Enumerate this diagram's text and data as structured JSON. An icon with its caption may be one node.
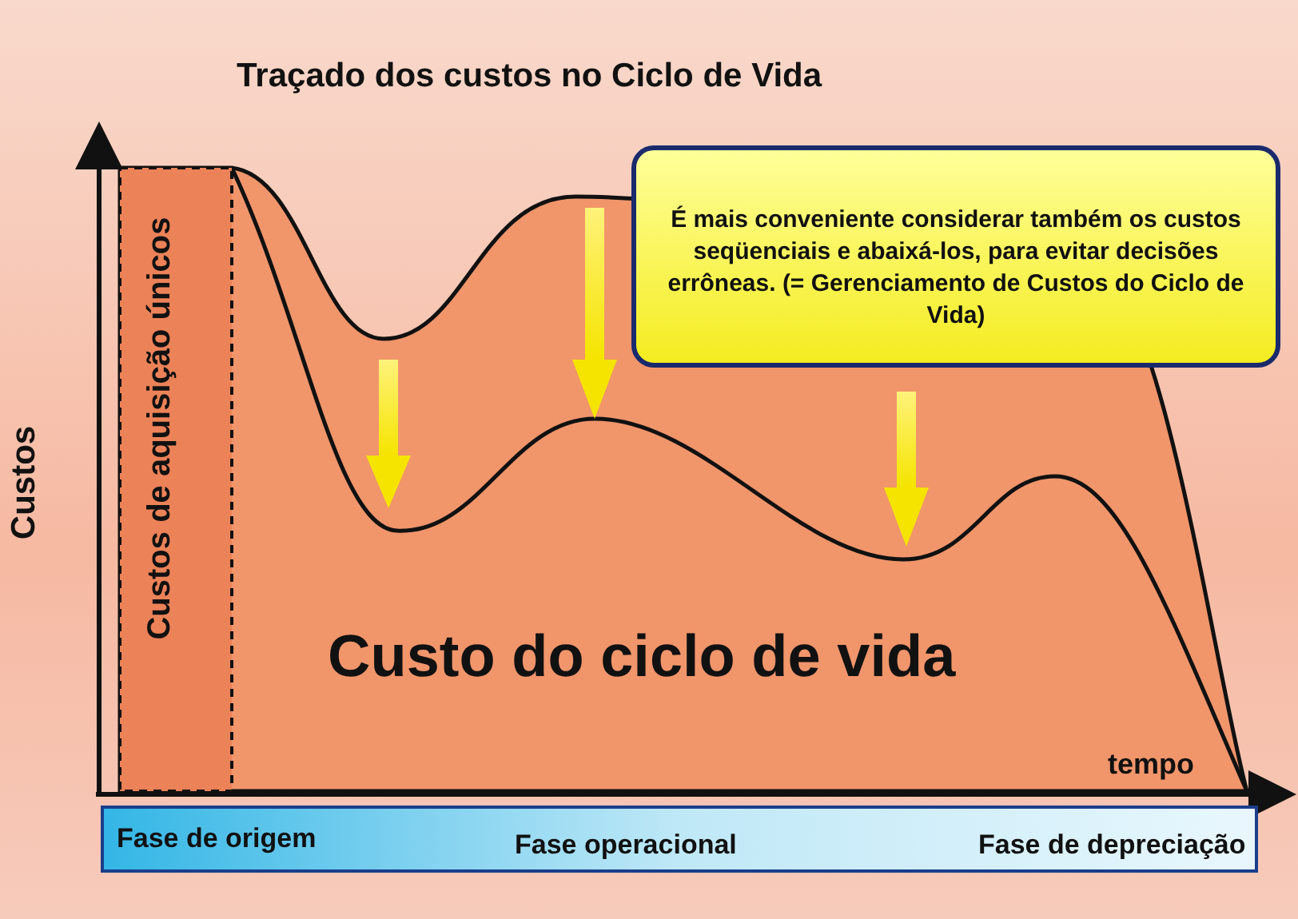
{
  "diagram": {
    "title": "Traçado dos custos no Ciclo de Vida",
    "nodes": [
      {
        "text": [
          "É mais conveniente considerar também os custos seqüenciais e abaixá-los, para evitar decisões errôneas. (= Gerenciamento de Custos do Ciclo de Vida)"
        ]
      }
    ],
    "labels": [
      "Custos",
      "Custos de aquisição únicos",
      "Custo do ciclo de vida",
      "tempo",
      "Fase de origem",
      "Fase operacional",
      "Fase de depreciação"
    ]
  }
}
